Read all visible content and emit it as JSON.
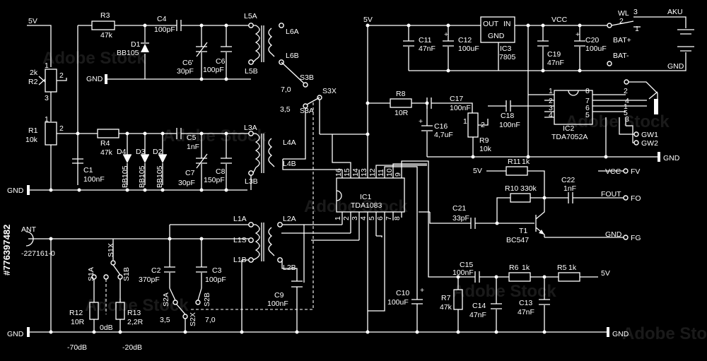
{
  "nets": {
    "v5": "5V",
    "gnd": "GND",
    "vcc": "VCC",
    "v5_b": "5V",
    "v5_c": "5V"
  },
  "components": {
    "r1": {
      "ref": "R1",
      "value": "10k"
    },
    "r2": {
      "ref": "R2",
      "value": "2k"
    },
    "r3": {
      "ref": "R3",
      "value": "47k"
    },
    "r4": {
      "ref": "R4",
      "value": "47k"
    },
    "r5": {
      "ref": "R5",
      "value": "1k"
    },
    "r6": {
      "ref": "R6",
      "value": "1k"
    },
    "r7": {
      "ref": "R7",
      "value": "47k"
    },
    "r8": {
      "ref": "R8",
      "value": "10R"
    },
    "r9": {
      "ref": "R9",
      "value": "10k"
    },
    "r10": {
      "ref": "R10",
      "value": "330k"
    },
    "r11": {
      "ref": "R11",
      "value": "1k"
    },
    "r12": {
      "ref": "R12",
      "value": "10R"
    },
    "r13": {
      "ref": "R13",
      "value": "2,2R"
    },
    "c1": {
      "ref": "C1",
      "value": "100nF"
    },
    "c2": {
      "ref": "C2",
      "value": "370pF"
    },
    "c3": {
      "ref": "C3",
      "value": "100pF"
    },
    "c4": {
      "ref": "C4",
      "value": "100pF"
    },
    "c5": {
      "ref": "C5",
      "value": "1nF"
    },
    "c6": {
      "ref": "C6",
      "value": "100pF"
    },
    "c6p": {
      "ref": "C6'",
      "value": "30pF"
    },
    "c7": {
      "ref": "C7",
      "value": "30pF"
    },
    "c8": {
      "ref": "C8",
      "value": "150pF"
    },
    "c9": {
      "ref": "C9",
      "value": "100nF"
    },
    "c10": {
      "ref": "C10",
      "value": "100uF"
    },
    "c11": {
      "ref": "C11",
      "value": "47nF"
    },
    "c12": {
      "ref": "C12",
      "value": "100uF"
    },
    "c13": {
      "ref": "C13",
      "value": "47nF"
    },
    "c14": {
      "ref": "C14",
      "value": "47nF"
    },
    "c15": {
      "ref": "C15",
      "value": "100nF"
    },
    "c16": {
      "ref": "C16",
      "value": "4,7uF"
    },
    "c17": {
      "ref": "C17",
      "value": "100nF"
    },
    "c18": {
      "ref": "C18",
      "value": "100nF"
    },
    "c19": {
      "ref": "C19",
      "value": "47nF"
    },
    "c20": {
      "ref": "C20",
      "value": "100uF"
    },
    "c21": {
      "ref": "C21",
      "value": "33pF"
    },
    "c22": {
      "ref": "C22",
      "value": "1nF"
    },
    "d1": {
      "ref": "D1",
      "value": "BB105"
    },
    "d2": {
      "ref": "D2",
      "value": "BB105"
    },
    "d3": {
      "ref": "D3",
      "value": "BB105"
    },
    "d4": {
      "ref": "D4",
      "value": "BB105"
    },
    "ic1": {
      "ref": "IC1",
      "value": "TDA1083"
    },
    "ic2": {
      "ref": "IC2",
      "value": "TDA7052A"
    },
    "ic3": {
      "ref": "IC3",
      "value": "7805"
    },
    "t1": {
      "ref": "T1",
      "value": "BC547"
    }
  },
  "ic3_pins": {
    "out": "OUT",
    "in": "IN",
    "gnd": "GND"
  },
  "ic1_pins_top": [
    "16",
    "15",
    "14",
    "13",
    "12",
    "11",
    "10",
    "9"
  ],
  "ic1_pins_bottom": [
    "1",
    "2",
    "3",
    "4",
    "5",
    "6",
    "7",
    "8"
  ],
  "ic2_pins_left": [
    "1",
    "2",
    "3",
    "4"
  ],
  "ic2_pins_right": [
    "8",
    "7",
    "6",
    "5"
  ],
  "pot_pins": {
    "p1": "1",
    "p2": "2",
    "p3": "3"
  },
  "coils": {
    "l1a": "L1A",
    "l1s": "L1S",
    "l1b": "L1B",
    "l2a": "L2A",
    "l2b": "L2B",
    "l3a": "L3A",
    "l3b": "L3B",
    "l4a": "L4A",
    "l4b": "L4B",
    "l5a": "L5A",
    "l5b": "L5B",
    "l6a": "L6A",
    "l6b": "L6B"
  },
  "switches": {
    "s1a": "S1A",
    "s1b": "S1B",
    "s1x": "S1X",
    "s2a": "S2A",
    "s2b": "S2B",
    "s2x": "S2X",
    "s3a": "S3A",
    "s3b": "S3B",
    "s3x": "S3X",
    "pos_70_a": "7,0",
    "pos_35_a": "3,5",
    "pos_35_b": "3,5",
    "pos_70_b": "7,0",
    "db_0": "0dB",
    "db_m70": "-70dB",
    "db_m20": "-20dB"
  },
  "connectors": {
    "ant": "ANT",
    "ant_part": "-227161-0",
    "wl": "WL",
    "aku": "AKU",
    "bat_plus": "BAT+",
    "bat_minus": "BAT-",
    "gw1": "GW1",
    "gw2": "GW2",
    "fv": "FV",
    "fo": "FO",
    "fg": "FG",
    "fout": "FOUT",
    "vcc_out": "VCC",
    "gnd_out": "GND",
    "wl_pin2": "2",
    "wl_pin3": "3",
    "wl_pin1": "1",
    "sw_pins": [
      "2",
      "4",
      "1",
      "5",
      "3"
    ]
  },
  "watermark": {
    "text": "Adobe Stock",
    "side_id": "#776397482"
  }
}
